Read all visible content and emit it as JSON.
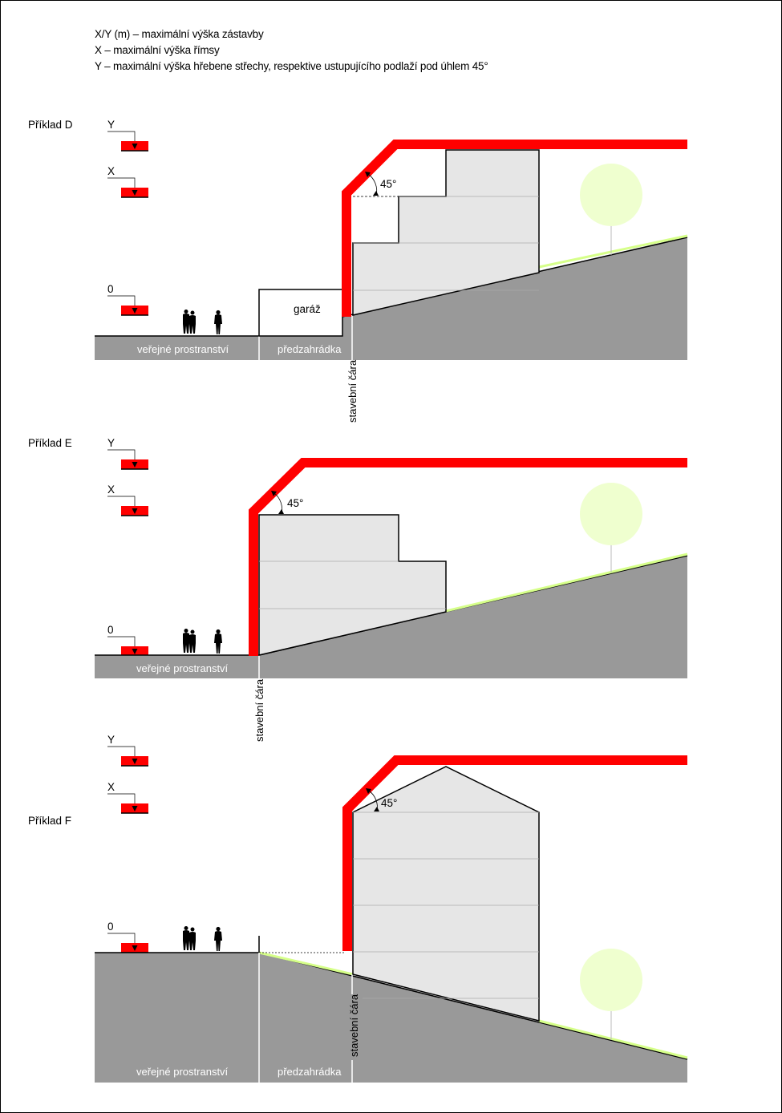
{
  "legend": [
    "X/Y (m) – maximální výška zástavby",
    "X – maximální výška římsy",
    "Y – maximální výška hřebene střechy, respektive ustupujícího podlaží pod úhlem 45°"
  ],
  "levels": {
    "y": "Y",
    "x": "X",
    "zero": "0"
  },
  "examples": {
    "d": {
      "title": "Příklad D",
      "angle": "45°",
      "garage": "garáž",
      "public_space": "veřejné prostranství",
      "front_garden": "předzahrádka",
      "building_line": "stavební čára"
    },
    "e": {
      "title": "Příklad E",
      "angle": "45°",
      "public_space": "veřejné prostranství",
      "building_line": "stavební čára"
    },
    "f": {
      "title": "Příklad F",
      "angle": "45°",
      "public_space": "veřejné prostranství",
      "front_garden": "předzahrádka",
      "building_line": "stavební čára"
    }
  },
  "colors": {
    "envelope": "#ff0000",
    "ground": "#999999",
    "building": "#e6e6e6",
    "tree": "#efffcf",
    "grass": "#d6ff8a"
  }
}
